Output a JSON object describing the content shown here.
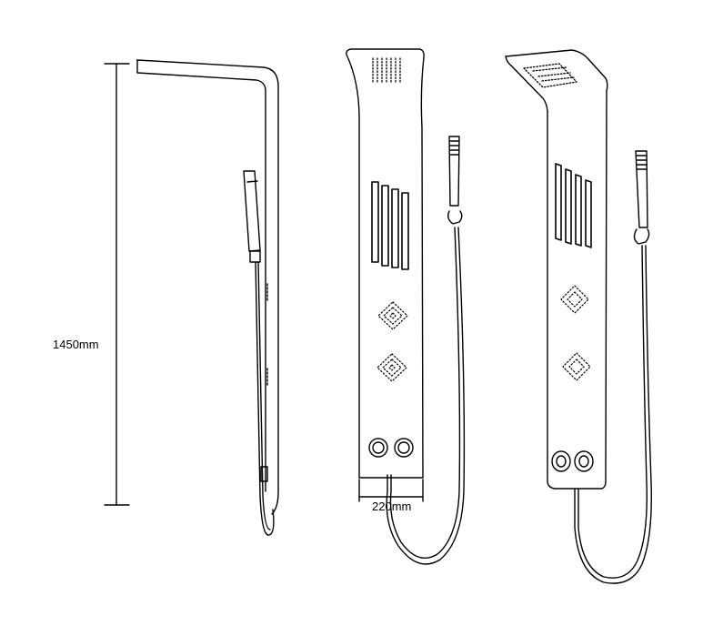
{
  "dimensions": {
    "height_label": "1450mm",
    "width_label": "220mm"
  },
  "views": [
    "side-view",
    "front-view",
    "perspective-view"
  ],
  "colors": {
    "line": "#000000",
    "background": "#ffffff"
  }
}
